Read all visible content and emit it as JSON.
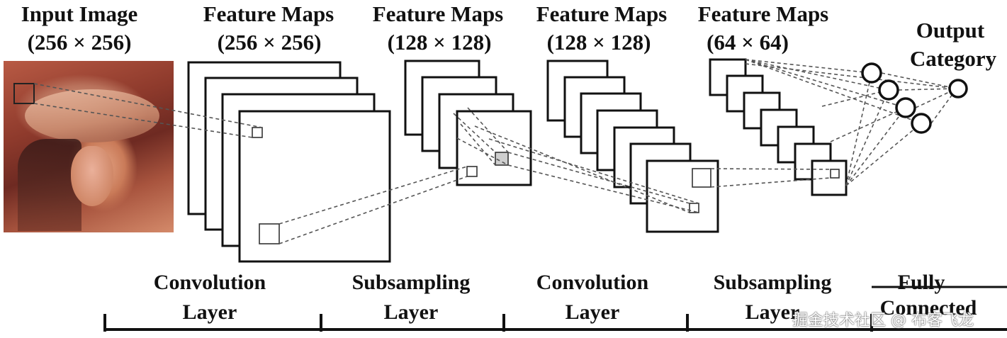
{
  "headers": {
    "input_image": {
      "line1": "Input Image",
      "line2": "(256 × 256)"
    },
    "conv1_maps": {
      "line1": "Feature Maps",
      "line2": "(256 × 256)"
    },
    "sub1_maps": {
      "line1": "Feature Maps",
      "line2": "(128 × 128)"
    },
    "conv2_maps": {
      "line1": "Feature Maps",
      "line2": "(128 × 128)"
    },
    "sub2_maps": {
      "line1": "Feature Maps",
      "line2": "(64 × 64)"
    },
    "output": {
      "line1": "Output",
      "line2": "Category"
    }
  },
  "layers": [
    {
      "line1": "Convolution",
      "line2": "Layer"
    },
    {
      "line1": "Subsampling",
      "line2": "Layer"
    },
    {
      "line1": "Convolution",
      "line2": "Layer"
    },
    {
      "line1": "Subsampling",
      "line2": "Layer"
    },
    {
      "line1": "Fully",
      "line2": "Connected"
    }
  ],
  "watermark": "掘金技术社区 @ 布客飞龙",
  "colors": {
    "stroke": "#111111",
    "dash": "#555555",
    "background": "#ffffff"
  }
}
